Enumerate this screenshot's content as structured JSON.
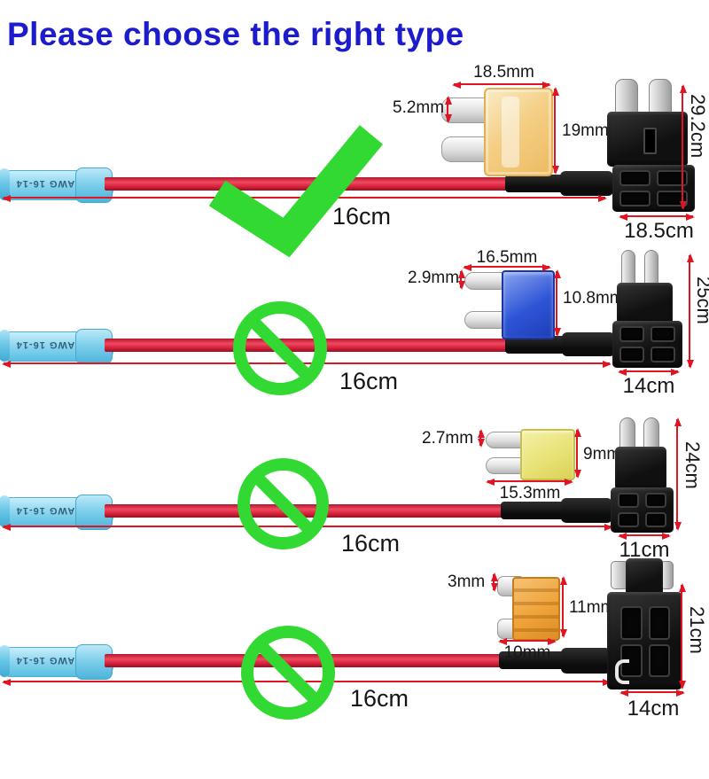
{
  "title": "Please choose the right type",
  "connector": {
    "label": "AWG 16-14"
  },
  "colors": {
    "title_blue": "#1c1ccd",
    "verdict_green": "#32d932",
    "arrow_red": "#e01523",
    "wire_red": "#dd2340",
    "connector_blue": "#8fd7f0",
    "holder_black": "#141414"
  },
  "rows": [
    {
      "type": "standard-ato-fuse",
      "verdict": "correct",
      "fuse_color": "#f2c878",
      "fuse_width": "18.5mm",
      "pin_height": "5.2mm",
      "fuse_height": "19mm",
      "tap_height": "29.2cm",
      "tap_width": "18.5cm",
      "wire_length": "16cm"
    },
    {
      "type": "mini-fuse",
      "verdict": "not-compatible",
      "fuse_color": "#2e54d6",
      "fuse_width": "16.5mm",
      "pin_height": "2.9mm",
      "fuse_height": "10.8mm",
      "tap_height": "25cm",
      "tap_width": "14cm",
      "wire_length": "16cm"
    },
    {
      "type": "low-profile-mini-fuse",
      "verdict": "not-compatible",
      "fuse_color": "#e9e276",
      "fuse_width": "15.3mm",
      "pin_height": "2.7mm",
      "fuse_height": "9mm",
      "tap_height": "24cm",
      "tap_width": "11cm",
      "wire_length": "16cm"
    },
    {
      "type": "micro2-fuse",
      "verdict": "not-compatible",
      "fuse_color": "#efa338",
      "fuse_width": "10mm",
      "pin_height": "3mm",
      "fuse_height": "11mm",
      "tap_height": "21cm",
      "tap_width": "14cm",
      "wire_length": "16cm"
    }
  ]
}
